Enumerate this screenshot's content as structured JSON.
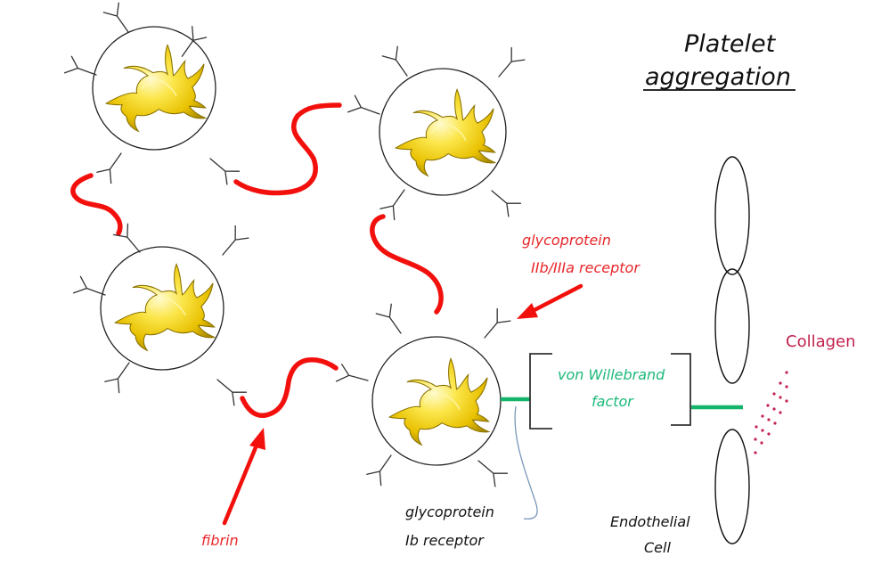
{
  "title": {
    "line1": "Platelet",
    "line2": "aggregation"
  },
  "labels": {
    "gp2b3a_line1": "glycoprotein",
    "gp2b3a_line2": "IIb/IIIa receptor",
    "vwf_line1": "von Willebrand",
    "vwf_line2": "factor",
    "gp1b_line1": "glycoprotein",
    "gp1b_line2": "Ib receptor",
    "endothelial_line1": "Endothelial",
    "endothelial_line2": "Cell",
    "collagen": "Collagen",
    "fibrin": "fibrin"
  },
  "colors": {
    "fibrin": "#f2100d",
    "vwf": "#14b56a",
    "collagen": "#c2224e",
    "platelet_body": "#f5cf0a",
    "label_red": "#e8262a",
    "label_green": "#1bb97a"
  },
  "platelets": [
    {
      "id": "platelet-top-left"
    },
    {
      "id": "platelet-top-right"
    },
    {
      "id": "platelet-middle-left"
    },
    {
      "id": "platelet-bottom-center"
    }
  ],
  "icons": {
    "platelet": "activated-platelet-icon",
    "receptor": "y-receptor-icon",
    "arrow": "red-arrow-icon"
  }
}
